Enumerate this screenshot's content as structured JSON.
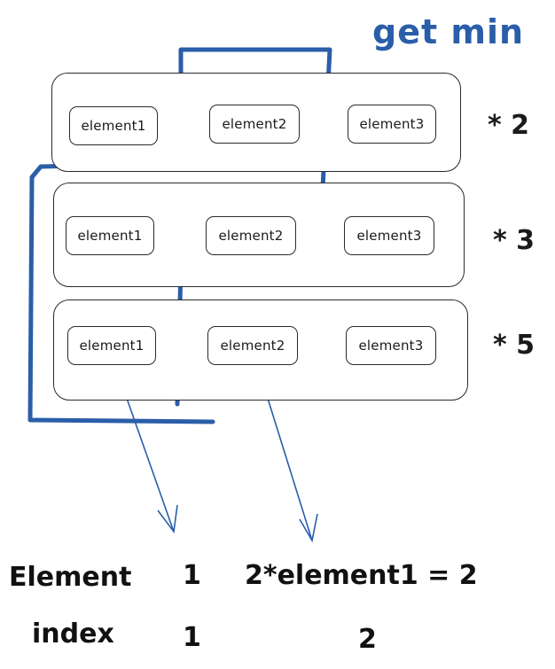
{
  "title": "get min",
  "rows": [
    {
      "multiplier": "* 2",
      "elements": [
        "element1",
        "element2",
        "element3"
      ]
    },
    {
      "multiplier": "* 3",
      "elements": [
        "element1",
        "element2",
        "element3"
      ]
    },
    {
      "multiplier": "* 5",
      "elements": [
        "element1",
        "element2",
        "element3"
      ]
    }
  ],
  "table": {
    "row1": {
      "label": "Element",
      "col1": "1",
      "col2": "2*element1 = 2"
    },
    "row2": {
      "label": "index",
      "col1": "1",
      "col2": "2"
    }
  },
  "colors": {
    "accent": "#2a5ea8",
    "ink": "#1a1a1a"
  }
}
